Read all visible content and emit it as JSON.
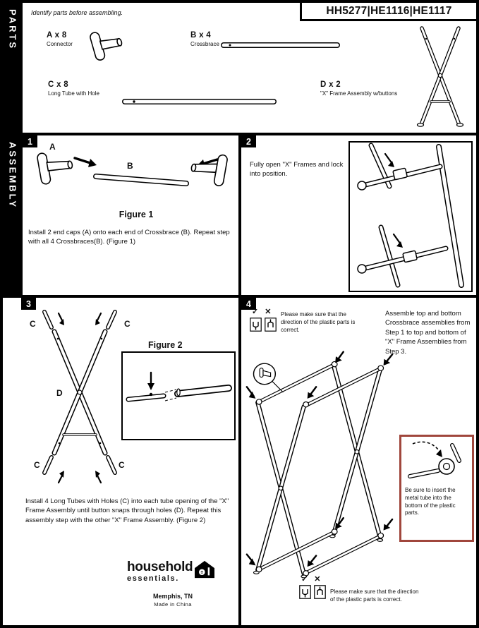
{
  "page": {
    "title": "HH5277|HE1116|HE1117"
  },
  "sidebar": {
    "parts": "PARTS",
    "assembly": "ASSEMBLY"
  },
  "parts": {
    "intro": "Identify parts before assembling.",
    "a": {
      "code": "A x 8",
      "name": "Connector"
    },
    "b": {
      "code": "B x 4",
      "name": "Crossbrace"
    },
    "c": {
      "code": "C x 8",
      "name": "Long Tube with Hole"
    },
    "d": {
      "code": "D x 2",
      "name": "\"X\" Frame Assembly w/buttons"
    }
  },
  "steps": {
    "s1": {
      "number": "1",
      "label_a": "A",
      "label_b": "B",
      "figure": "Figure 1",
      "text": "Install 2 end caps (A) onto each end of Crossbrace (B). Repeat step with all 4 Crossbraces(B). (Figure 1)"
    },
    "s2": {
      "number": "2",
      "text": "Fully open \"X\" Frames and lock into position."
    },
    "s3": {
      "number": "3",
      "label_c": "C",
      "label_d": "D",
      "figure": "Figure 2",
      "text": "Install 4 Long Tubes with Holes (C) into each tube opening of the \"X\" Frame Assembly until button snaps through holes (D). Repeat this assembly step with the other \"X\" Frame Assembly. (Figure 2)"
    },
    "s4": {
      "number": "4",
      "text": "Assemble top and bottom Crossbrace assemblies from Step 1 to top and bottom of \"X\" Frame Assemblies from Step 3.",
      "warning": "Please make sure that the direction of the plastic parts is correct.",
      "red_note": "Be sure to insert the metal tube into the bottom of the plastic parts.",
      "check": "✓",
      "cross": "✕"
    }
  },
  "footer": {
    "brand_top": "household",
    "brand_bottom": "essentials.",
    "city": "Memphis, TN",
    "origin": "Made in China"
  },
  "colors": {
    "accent_red": "#a0463c",
    "ink": "#000000",
    "paper": "#ffffff"
  }
}
